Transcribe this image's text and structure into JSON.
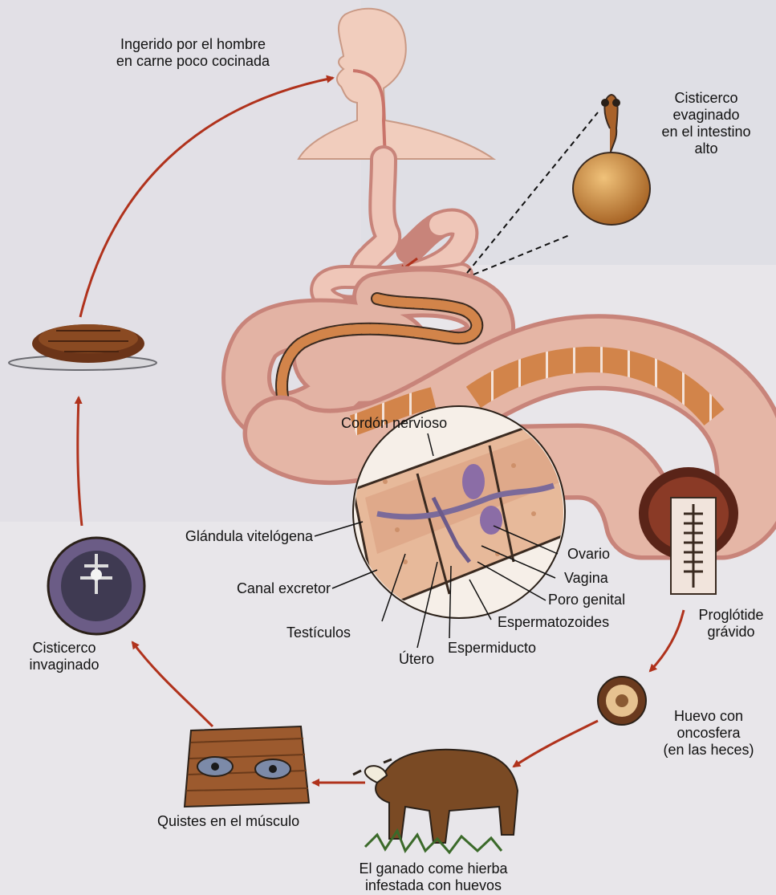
{
  "labels": {
    "ingerido": "Ingerido por el hombre\nen carne poco cocinada",
    "cisticerco_evaginado": "Cisticerco\nevaginado\nen el intestino\nalto",
    "cordon_nervioso": "Cordón nervioso",
    "glandula_vitelogena": "Glándula vitelógena",
    "canal_excretor": "Canal excretor",
    "testiculos": "Testículos",
    "utero": "Útero",
    "espermiducto": "Espermiducto",
    "espermatozoides": "Espermatozoides",
    "poro_genital": "Poro genital",
    "vagina": "Vagina",
    "ovario": "Ovario",
    "proglotide": "Proglótide\ngrávido",
    "huevo": "Huevo con\noncosfera\n(en las heces)",
    "ganado": "El ganado come hierba\ninfestada con huevos",
    "quistes": "Quistes en el músculo",
    "cisticerco_invaginado": "Cisticerco\ninvaginado"
  },
  "colors": {
    "background": "#e8e6ea",
    "worm_body": "#dba89a",
    "worm_segment": "#d2844a",
    "arrow": "#b0321c",
    "human": "#f1cdbd",
    "cow": "#7a4a24",
    "muscle": "#9c5a2e",
    "cyst": "#6b5c86"
  }
}
